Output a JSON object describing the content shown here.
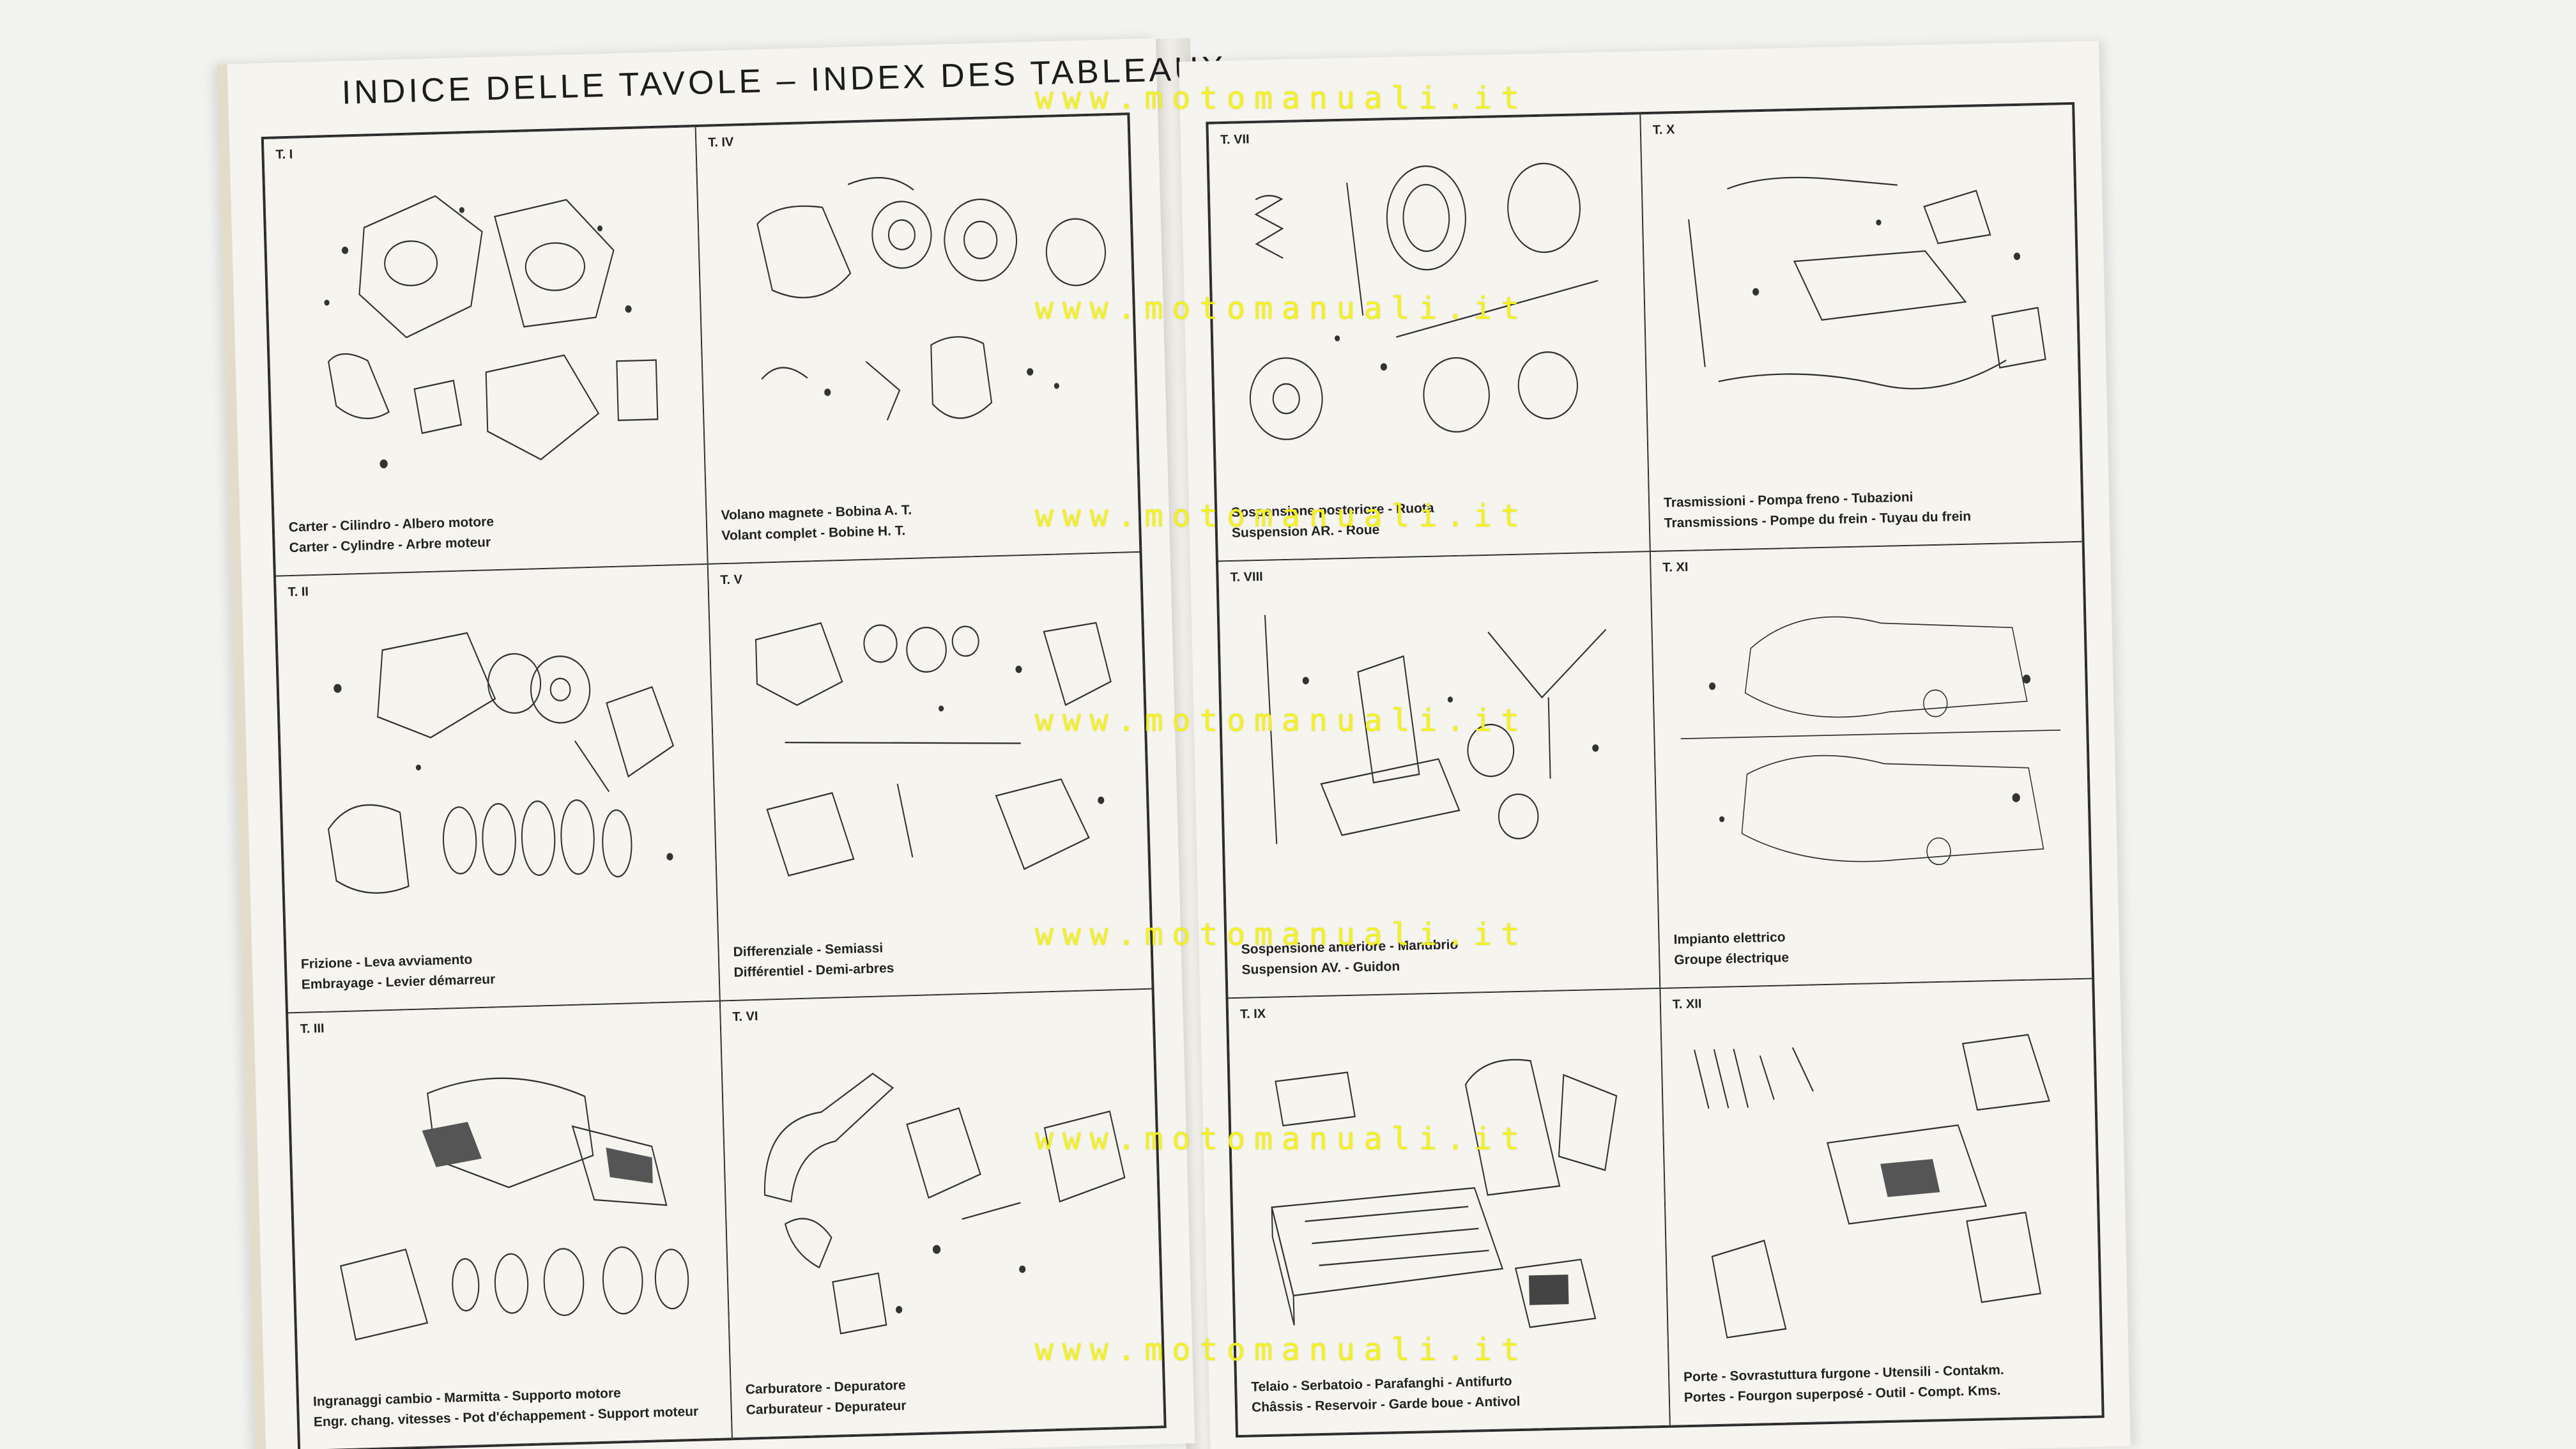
{
  "heading": "INDICE DELLE TAVOLE – INDEX DES TABLEAUX",
  "watermark": "www.motomanuali.it",
  "left_page": [
    {
      "num": "T. I",
      "caption": [
        "Carter - Cilindro - Albero motore",
        "Carter - Cylindre - Arbre moteur"
      ]
    },
    {
      "num": "T. IV",
      "caption": [
        "Volano magnete - Bobina A. T.",
        "Volant complet - Bobine H. T."
      ]
    },
    {
      "num": "T. II",
      "caption": [
        "Frizione - Leva avviamento",
        "Embrayage - Levier démarreur"
      ]
    },
    {
      "num": "T. V",
      "caption": [
        "Differenziale - Semiassi",
        "Différentiel - Demi-arbres"
      ]
    },
    {
      "num": "T. III",
      "caption": [
        "Ingranaggi cambio - Marmitta - Supporto motore",
        "Engr. chang. vitesses - Pot d'échappement - Support moteur"
      ]
    },
    {
      "num": "T. VI",
      "caption": [
        "Carburatore - Depuratore",
        "Carburateur - Depurateur"
      ]
    }
  ],
  "right_page": [
    {
      "num": "T. VII",
      "caption": [
        "Sospensione posteriore - Ruota",
        "Suspension AR. - Roue"
      ]
    },
    {
      "num": "T. X",
      "caption": [
        "Trasmissioni - Pompa freno - Tubazioni",
        "Transmissions - Pompe du frein - Tuyau du frein"
      ]
    },
    {
      "num": "T. VIII",
      "caption": [
        "Sospensione anteriore - Manubrio",
        "Suspension AV. - Guidon"
      ]
    },
    {
      "num": "T. XI",
      "caption": [
        "Impianto elettrico",
        "Groupe électrique"
      ]
    },
    {
      "num": "T. IX",
      "caption": [
        "Telaio - Serbatoio - Parafanghi - Antifurto",
        "Châssis - Reservoir - Garde boue - Antivol"
      ]
    },
    {
      "num": "T. XII",
      "caption": [
        "Porte - Sovrastuttura furgone - Utensili - Contakm.",
        "Portes - Fourgon superposé - Outil - Compt. Kms."
      ]
    }
  ]
}
